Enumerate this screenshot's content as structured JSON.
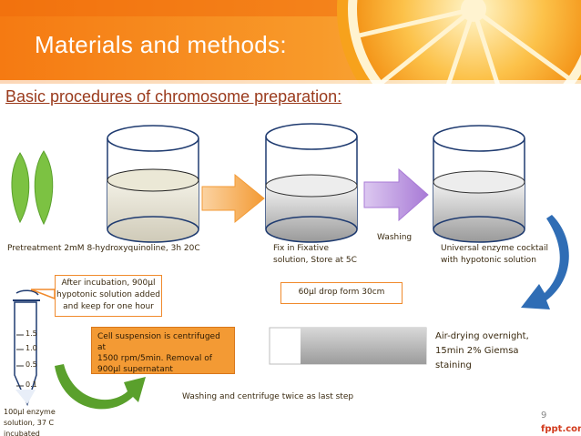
{
  "slide": {
    "title": "Materials and methods:",
    "subtitle": "Basic procedures of chromosome preparation:",
    "labels": {
      "pretreatment": "Pretreatment 2mM 8-hydroxyquinoline, 3h 20C",
      "fix_line1": "Fix in Fixative",
      "fix_line2": "solution, Store at 5C",
      "washing": "Washing",
      "enzyme_line1": "Universal enzyme cocktail",
      "enzyme_line2": "with hypotonic solution",
      "drop": "60µl drop form 30cm",
      "incubation_line1": "After incubation, 900µl",
      "incubation_line2": "hypotonic solution added",
      "incubation_line3": "and keep for one hour",
      "centrifuge_line1": "Cell suspension is centrifuged at",
      "centrifuge_line2": "1500 rpm/5min. Removal of",
      "centrifuge_line3": "900µl supernatant",
      "airdry_line1": "Air-drying overnight,",
      "airdry_line2": "15min 2% Giemsa",
      "airdry_line3": "staining",
      "wash_twice": "Washing and centrifuge twice as last step",
      "tube_line1": "100µl enzyme",
      "tube_line2": "solution, 37 C",
      "tube_line3": "incubated"
    },
    "tube_marks": [
      "1.5",
      "1.0",
      "0.5",
      "0.1"
    ],
    "page_number": "9",
    "watermark": "fppt.com"
  },
  "colors": {
    "orange": "#f39a34",
    "purple": "#b48fd8",
    "blue": "#2f6db5",
    "green": "#5aa02c",
    "leaf": "#7cc242",
    "title_bar": "#f28a1c",
    "subtitle": "#9a3a1c"
  }
}
